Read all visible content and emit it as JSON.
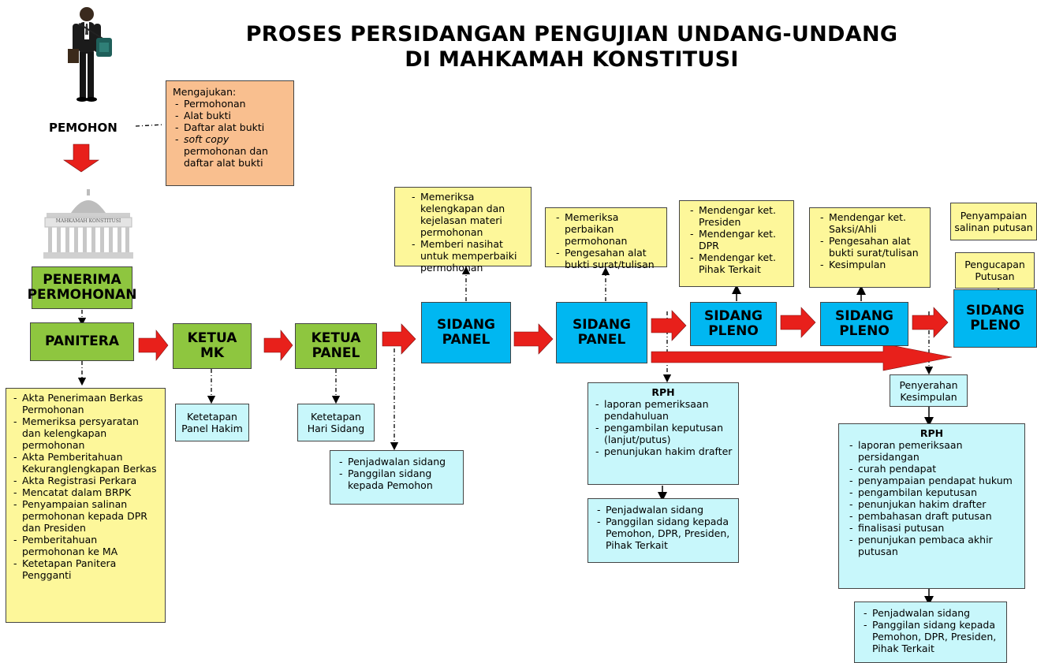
{
  "title": {
    "line1": "PROSES PERSIDANGAN PENGUJIAN UNDANG-UNDANG",
    "line2": "DI MAHKAMAH KONSTITUSI"
  },
  "pemohon": {
    "label": "PEMOHON"
  },
  "building": {
    "label": "MAHKAMAH KONSTITUSI"
  },
  "mengajukan": {
    "heading": "Mengajukan:",
    "items": [
      "Permohonan",
      "Alat bukti",
      "Daftar alat bukti"
    ],
    "softcopy_italic": "soft copy",
    "softcopy_rest": "permohonan dan daftar alat bukti"
  },
  "stages": {
    "penerima": "PENERIMA PERMOHONAN",
    "panitera": "PANITERA",
    "ketua_mk": "KETUA MK",
    "ketua_panel": "KETUA PANEL",
    "sidang_panel_1": "SIDANG PANEL",
    "sidang_panel_2": "SIDANG PANEL",
    "sidang_pleno_1": "SIDANG PLENO",
    "sidang_pleno_2": "SIDANG PLENO",
    "sidang_pleno_3": "SIDANG PLENO"
  },
  "panitera_tasks": [
    "Akta Penerimaan Berkas Permohonan",
    "Memeriksa persyaratan dan kelengkapan permohonan",
    "Akta Pemberitahuan Kekuranglengkapan Berkas",
    "Akta Registrasi Perkara",
    "Mencatat dalam BRPK",
    "Penyampaian salinan permohonan kepada DPR dan Presiden",
    "Pemberitahuan permohonan ke MA",
    "Ketetapan Panitera Pengganti"
  ],
  "ketetapan_panel": "Ketetapan Panel Hakim",
  "ketetapan_hari": "Ketetapan Hari Sidang",
  "penjadwalan_1": [
    "Penjadwalan sidang",
    "Panggilan sidang kepada Pemohon"
  ],
  "sidang_panel_1_tasks": [
    "Memeriksa kelengkapan dan kejelasan materi permohonan",
    "Memberi nasihat untuk memperbaiki permohonan"
  ],
  "sidang_panel_2_tasks": [
    "Memeriksa perbaikan permohonan",
    "Pengesahan alat bukti surat/tulisan"
  ],
  "rph_1": {
    "title": "RPH",
    "items": [
      "laporan pemeriksaan pendahuluan",
      "pengambilan keputusan (lanjut/putus)",
      "penunjukan hakim drafter"
    ]
  },
  "penjadwalan_2": [
    "Penjadwalan sidang",
    "Panggilan sidang kepada Pemohon, DPR, Presiden, Pihak Terkait"
  ],
  "pleno_1_tasks": [
    "Mendengar ket. Presiden",
    "Mendengar ket. DPR",
    "Mendengar ket. Pihak Terkait"
  ],
  "pleno_2_tasks": [
    "Mendengar ket. Saksi/Ahli",
    "Pengesahan alat bukti surat/tulisan",
    "Kesimpulan"
  ],
  "penyerahan": "Penyerahan Kesimpulan",
  "rph_2": {
    "title": "RPH",
    "items": [
      "laporan pemeriksaan persidangan",
      "curah pendapat",
      "penyampaian pendapat hukum",
      "pengambilan keputusan",
      "penunjukan hakim drafter",
      "pembahasan draft putusan",
      "finalisasi putusan",
      "penunjukan pembaca akhir putusan"
    ]
  },
  "penjadwalan_3": [
    "Penjadwalan sidang",
    "Panggilan sidang kepada Pemohon, DPR, Presiden, Pihak Terkait"
  ],
  "pengucapan": "Pengucapan Putusan",
  "penyampaian": "Penyampaian salinan putusan",
  "colors": {
    "stage_green": "#8ec63f",
    "stage_cyan": "#00b7f1",
    "note_yellow": "#fdf79a",
    "note_cyan": "#c8f7fb",
    "note_orange": "#f9bf8f",
    "arrow_red": "#e8201b"
  }
}
